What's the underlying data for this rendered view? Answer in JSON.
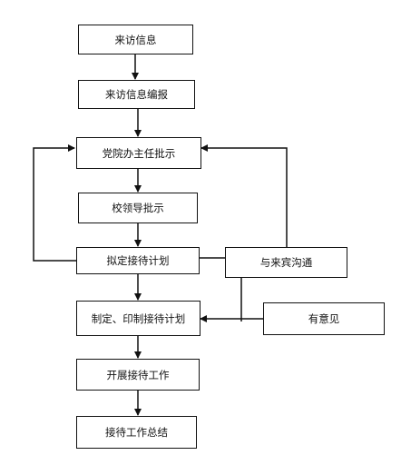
{
  "flowchart": {
    "nodes": [
      {
        "id": "n1",
        "label": "来访信息"
      },
      {
        "id": "n2",
        "label": "来访信息编报"
      },
      {
        "id": "n3",
        "label": "党院办主任批示"
      },
      {
        "id": "n4",
        "label": "校领导批示"
      },
      {
        "id": "n5",
        "label": "拟定接待计划"
      },
      {
        "id": "n6",
        "label": "与来宾沟通"
      },
      {
        "id": "n7",
        "label": "制定、印制接待计划"
      },
      {
        "id": "n8",
        "label": "有意见"
      },
      {
        "id": "n9",
        "label": "开展接待工作"
      },
      {
        "id": "n10",
        "label": "接待工作总结"
      }
    ],
    "edges": [
      {
        "from": "n1",
        "to": "n2"
      },
      {
        "from": "n2",
        "to": "n3"
      },
      {
        "from": "n3",
        "to": "n4"
      },
      {
        "from": "n4",
        "to": "n5"
      },
      {
        "from": "n5",
        "to": "n3"
      },
      {
        "from": "n5",
        "to": "n6"
      },
      {
        "from": "n6",
        "to": "n3"
      },
      {
        "from": "n5",
        "to": "n7"
      },
      {
        "from": "n6",
        "to": "n7"
      },
      {
        "from": "n8",
        "to": "n7"
      },
      {
        "from": "n7",
        "to": "n9"
      },
      {
        "from": "n9",
        "to": "n10"
      }
    ],
    "colors": {
      "line": "#111111",
      "box_border": "#111111",
      "background": "#ffffff"
    }
  }
}
